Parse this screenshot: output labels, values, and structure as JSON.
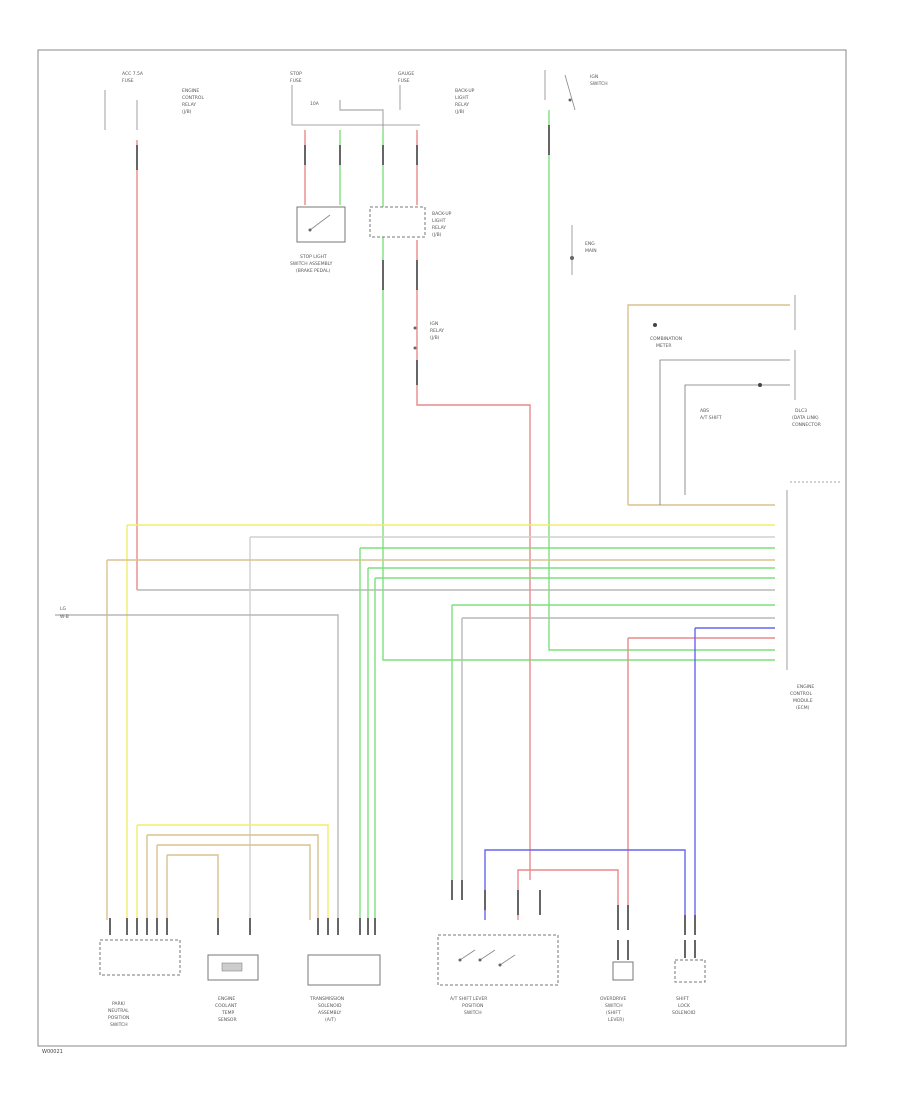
{
  "diagram": {
    "page_code": "W00021",
    "components": [
      {
        "id": "acc-fuse",
        "lines": [
          "ACC 7.5A",
          "FUSE"
        ],
        "sub": [
          "ENGINE",
          "CONTROL",
          "RELAY",
          "(J/B)"
        ]
      },
      {
        "id": "stop-fuse",
        "lines": [
          "STOP",
          "FUSE"
        ],
        "sub": [
          "10A"
        ]
      },
      {
        "id": "gauge-fuse",
        "lines": [
          "GAUGE",
          "FUSE"
        ],
        "sub": [
          "BACK-UP",
          "LIGHT",
          "RELAY",
          "(J/B)"
        ]
      },
      {
        "id": "ign-switch",
        "lines": [
          "IGN",
          "SWITCH"
        ],
        "sub": []
      },
      {
        "id": "stop-light-switch",
        "lines": [
          "STOP LIGHT",
          "SWITCH ASSEMBLY",
          "(BRAKE PEDAL)"
        ],
        "sub": []
      },
      {
        "id": "back-up-relay",
        "lines": [
          "BACK-UP",
          "LIGHT",
          "RELAY",
          "(J/B)"
        ],
        "sub": []
      },
      {
        "id": "ign-relay",
        "lines": [
          "IGN",
          "RELAY",
          "(J/B)"
        ],
        "sub": []
      },
      {
        "id": "meter",
        "lines": [
          "COMBINATION",
          "METER"
        ],
        "sub": []
      },
      {
        "id": "dlc",
        "lines": [
          "DLC3",
          "(DATA LINK)",
          "CONNECTOR"
        ],
        "sub": []
      },
      {
        "id": "ecm",
        "lines": [
          "ENGINE",
          "CONTROL",
          "MODULE",
          "(ECM)"
        ],
        "sub": []
      },
      {
        "id": "park-neutral",
        "lines": [
          "PARK/",
          "NEUTRAL",
          "POSITION",
          "SWITCH"
        ],
        "sub": []
      },
      {
        "id": "sensor-temp",
        "lines": [
          "ENGINE",
          "COOLANT",
          "TEMP",
          "SENSOR"
        ],
        "sub": []
      },
      {
        "id": "trans-solenoid",
        "lines": [
          "TRANSMISSION",
          "SOLENOID",
          "ASSEMBLY",
          "(A/T)"
        ],
        "sub": []
      },
      {
        "id": "a-t-shift",
        "lines": [
          "A/T SHIFT LEVER",
          "POSITION",
          "SWITCH"
        ],
        "sub": []
      },
      {
        "id": "overdrive",
        "lines": [
          "OVERDRIVE",
          "SWITCH",
          "(SHIFT",
          "LEVER)"
        ],
        "sub": []
      },
      {
        "id": "shift-lock",
        "lines": [
          "SHIFT",
          "LOCK",
          "SOLENOID"
        ],
        "sub": []
      }
    ],
    "wire_colors": {
      "red": "#e88a8a",
      "green": "#7de07d",
      "yellow": "#f2ec6c",
      "tan": "#d9c28e",
      "gray": "#b8b8b8",
      "blue": "#6666ee",
      "dark": "#555555"
    }
  }
}
